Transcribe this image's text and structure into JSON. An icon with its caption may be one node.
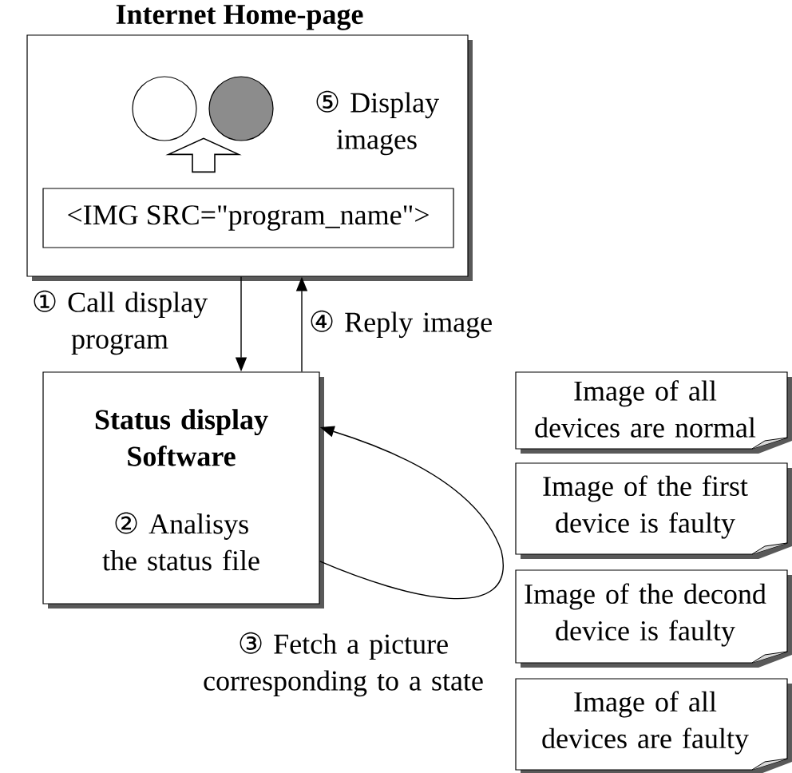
{
  "diagram": {
    "nodes": [
      {
        "text": [
          "Internet Home-page",
          "⑤ Display images"
        ]
      },
      {
        "text": [],
        "shape": "circle",
        "in": 0
      },
      {
        "text": [],
        "shape": "circle",
        "in": 0
      },
      {
        "text": [
          "<IMG SRC=\"program_name\">"
        ],
        "in": 0
      },
      {
        "text": [
          "Status display Software",
          "② Analisys the status file"
        ]
      },
      {
        "text": [
          "Image of all devices are normal"
        ]
      },
      {
        "text": [
          "Image of the first device is faulty"
        ]
      },
      {
        "text": [
          "Image of the decond device is faulty"
        ]
      },
      {
        "text": [
          "Image of all devices are faulty"
        ]
      }
    ],
    "edges": [
      {
        "from": 0,
        "to": 4,
        "arrow": "to",
        "label": "① Call display program"
      },
      {
        "from": 4,
        "to": 0,
        "arrow": "to",
        "label": "④ Reply image"
      },
      {
        "from": 4,
        "to": 4,
        "arrow": "to",
        "label": "③ Fetch a picture corresponding to a state"
      },
      {
        "from": 3,
        "to": null,
        "arrow": "to",
        "style": "thick"
      }
    ]
  }
}
